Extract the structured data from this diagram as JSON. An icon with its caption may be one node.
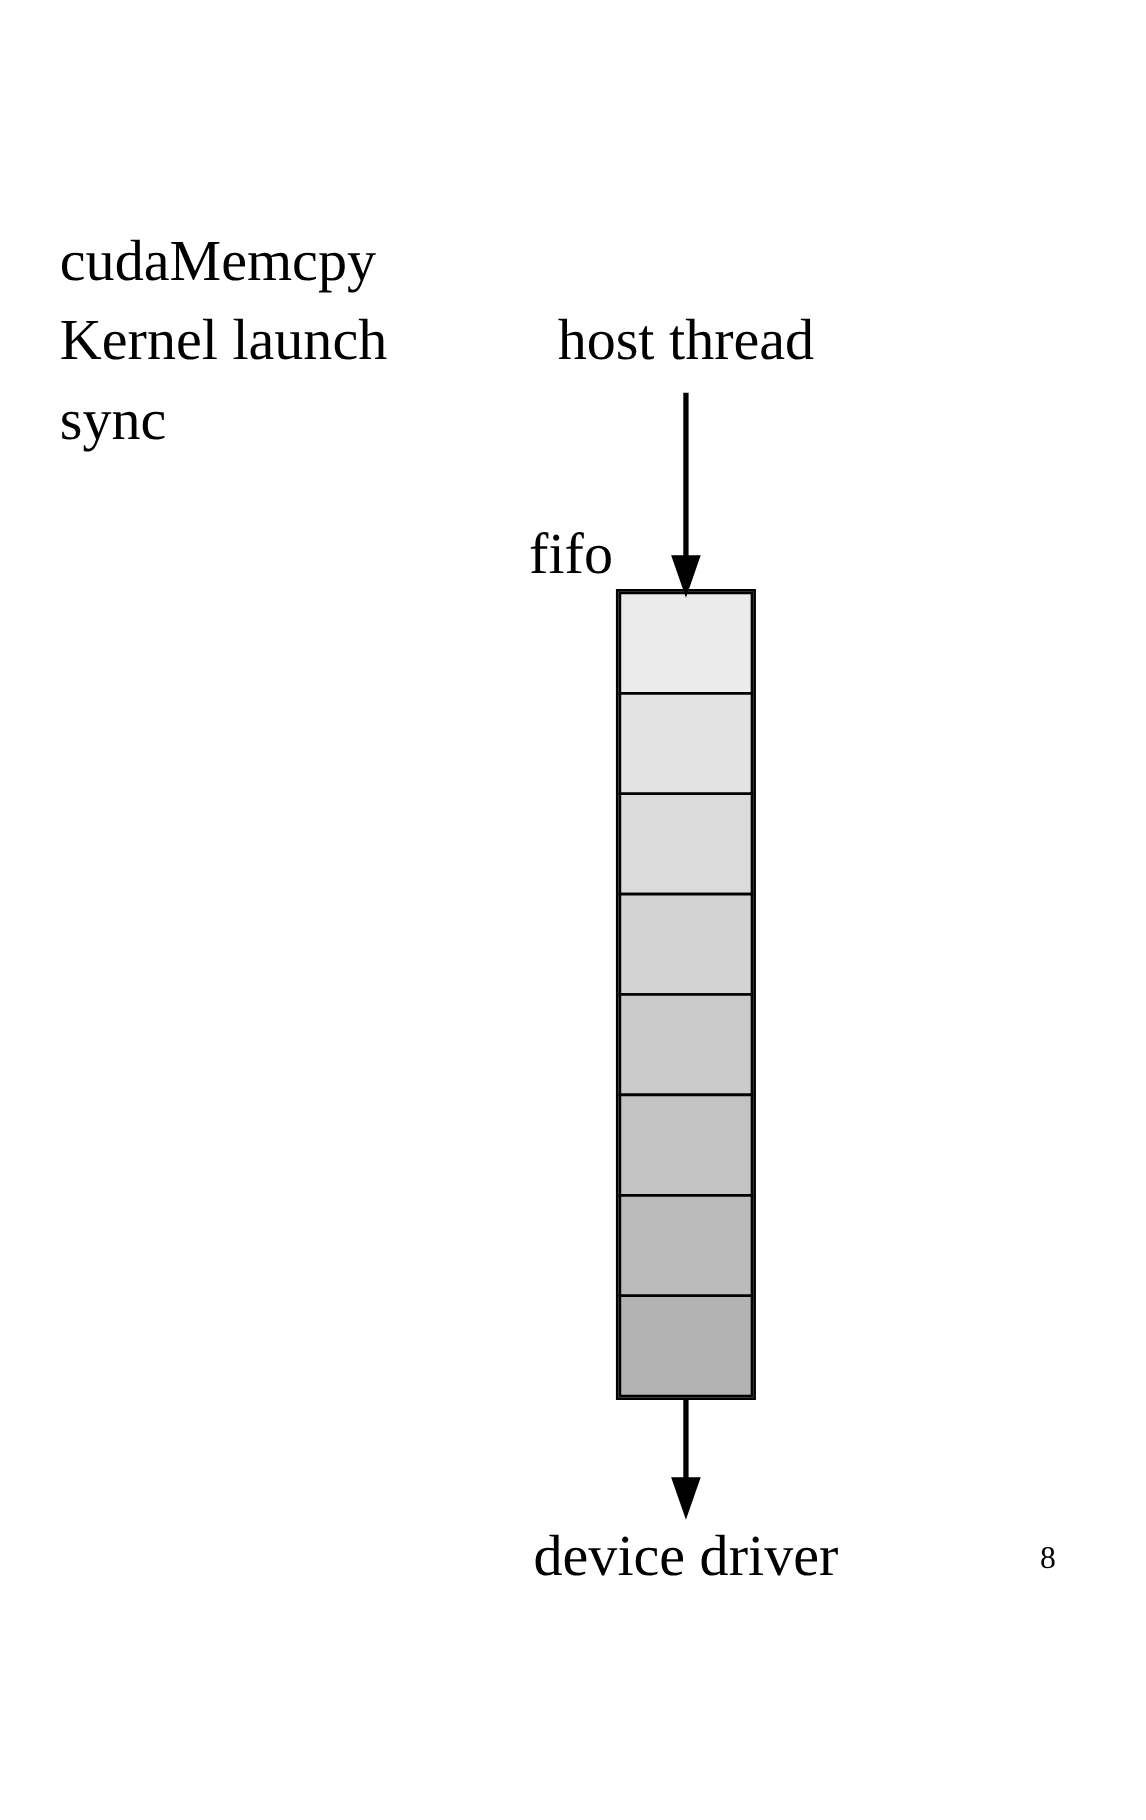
{
  "diagram": {
    "nodes": [
      {
        "text": [
          "host thread"
        ]
      },
      {
        "text": [],
        "shape": "box",
        "beside": [
          "fifo"
        ]
      },
      {
        "text": [
          "device driver"
        ]
      }
    ],
    "edges": [
      {
        "from": 0,
        "to": 1,
        "arrow": "to"
      },
      {
        "from": 1,
        "to": 2,
        "arrow": "to"
      }
    ],
    "labels": [
      "cudaMemcpy",
      "Kernel launch",
      "sync",
      "8"
    ]
  }
}
